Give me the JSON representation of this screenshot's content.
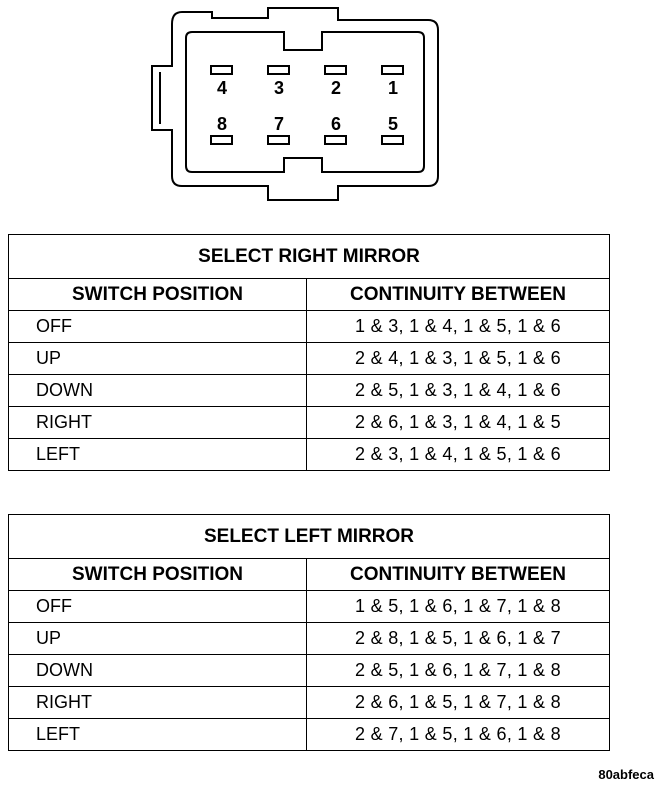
{
  "connector": {
    "top_row": [
      "4",
      "3",
      "2",
      "1"
    ],
    "bottom_row": [
      "8",
      "7",
      "6",
      "5"
    ]
  },
  "right_table": {
    "title": "SELECT RIGHT MIRROR",
    "col1": "SWITCH POSITION",
    "col2": "CONTINUITY BETWEEN",
    "rows": [
      {
        "position": "OFF",
        "continuity": "1 & 3, 1 & 4, 1 & 5, 1 & 6"
      },
      {
        "position": "UP",
        "continuity": "2 & 4, 1 & 3, 1 & 5, 1 & 6"
      },
      {
        "position": "DOWN",
        "continuity": "2 & 5, 1 & 3, 1 & 4, 1 & 6"
      },
      {
        "position": "RIGHT",
        "continuity": "2 & 6, 1 & 3, 1 & 4, 1 & 5"
      },
      {
        "position": "LEFT",
        "continuity": "2 & 3, 1 & 4, 1 & 5, 1 & 6"
      }
    ]
  },
  "left_table": {
    "title": "SELECT LEFT MIRROR",
    "col1": "SWITCH POSITION",
    "col2": "CONTINUITY BETWEEN",
    "rows": [
      {
        "position": "OFF",
        "continuity": "1 & 5, 1 & 6, 1 & 7, 1 & 8"
      },
      {
        "position": "UP",
        "continuity": "2 & 8, 1 & 5, 1 & 6, 1 & 7"
      },
      {
        "position": "DOWN",
        "continuity": "2 & 5, 1 & 6, 1 & 7, 1 & 8"
      },
      {
        "position": "RIGHT",
        "continuity": "2 & 6, 1 & 5, 1 & 7, 1 & 8"
      },
      {
        "position": "LEFT",
        "continuity": "2 & 7, 1 & 5, 1 & 6, 1 & 8"
      }
    ]
  },
  "figure_code": "80abfeca"
}
